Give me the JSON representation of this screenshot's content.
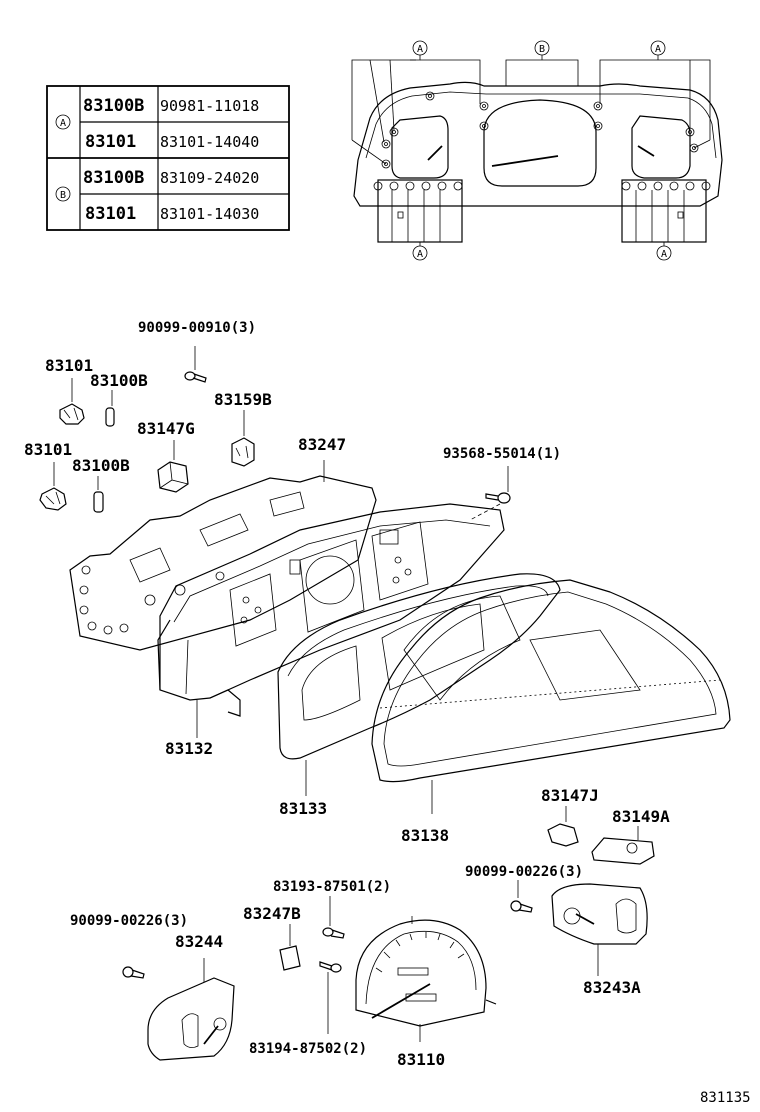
{
  "table": {
    "groups": [
      {
        "marker": "A",
        "rows": [
          {
            "part": "83100B",
            "number": "90981-11018"
          },
          {
            "part": "83101",
            "number": "83101-14040"
          }
        ]
      },
      {
        "marker": "B",
        "rows": [
          {
            "part": "83100B",
            "number": "83109-24020"
          },
          {
            "part": "83101",
            "number": "83101-14030"
          }
        ]
      }
    ]
  },
  "markers": {
    "a": "A",
    "b": "B"
  },
  "labels": {
    "screw_top": "90099-00910(3)",
    "socket_1": "83101",
    "bulb_1": "83100B",
    "socket_2": "83101",
    "bulb_2": "83100B",
    "connector_g": "83147G",
    "connector_b": "83159B",
    "circuit_plate": "83247",
    "screw_right": "93568-55014(1)",
    "case": "83132",
    "plate": "83133",
    "glass": "83138",
    "clip_j": "83147J",
    "module": "83149A",
    "screw_meter_r": "90099-00226(3)",
    "meter_r": "83243A",
    "screw_speedo_1": "83193-87501(2)",
    "plate_b": "83247B",
    "screw_meter_l": "90099-00226(3)",
    "meter_l": "83244",
    "screw_speedo_2": "83194-87502(2)",
    "speedometer": "83110",
    "diagram_id": "831135"
  }
}
